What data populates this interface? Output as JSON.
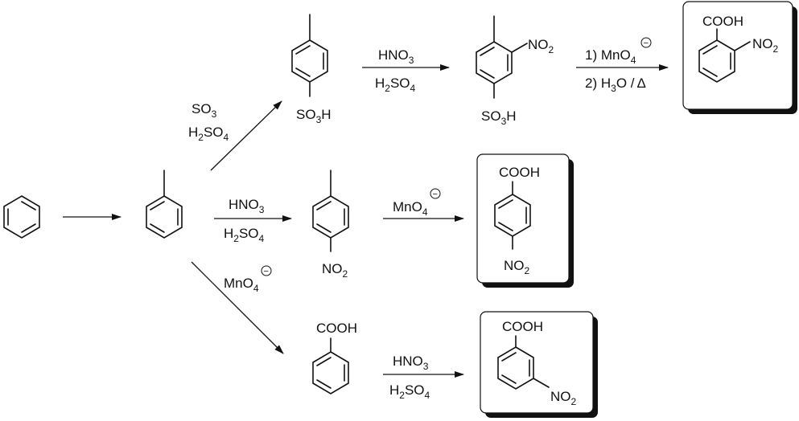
{
  "reagents": {
    "sulfonation": {
      "line1": "SO",
      "line1_sub": "3",
      "line2_a": "H",
      "line2_sub": "2",
      "line2_b": "SO",
      "line2_sub2": "4"
    },
    "nitration_top": {
      "line1": "HNO",
      "line1_sub": "3",
      "line2_a": "H",
      "line2_sub": "2",
      "line2_b": "SO",
      "line2_sub2": "4"
    },
    "oxidation_top": {
      "step1": "1) MnO",
      "step1_sub": "4",
      "step2_a": "2) H",
      "step2_sub": "3",
      "step2_b": "O /",
      "step2_delta": "Δ"
    },
    "nitration_mid": {
      "line1": "HNO",
      "line1_sub": "3",
      "line2_a": "H",
      "line2_sub": "2",
      "line2_b": "SO",
      "line2_sub2": "4"
    },
    "oxidation_mid": {
      "line1": "MnO",
      "line1_sub": "4"
    },
    "oxidation_low": {
      "line1": "MnO",
      "line1_sub": "4"
    },
    "nitration_bot": {
      "line1": "HNO",
      "line1_sub": "3",
      "line2_a": "H",
      "line2_sub": "2",
      "line2_b": "SO",
      "line2_sub2": "4"
    },
    "charge_symbol": "−"
  },
  "substituents": {
    "so3h_a": "SO",
    "so3h_sub": "3",
    "so3h_b": "H",
    "no2_a": "NO",
    "no2_sub": "2",
    "cooh": "COOH"
  }
}
